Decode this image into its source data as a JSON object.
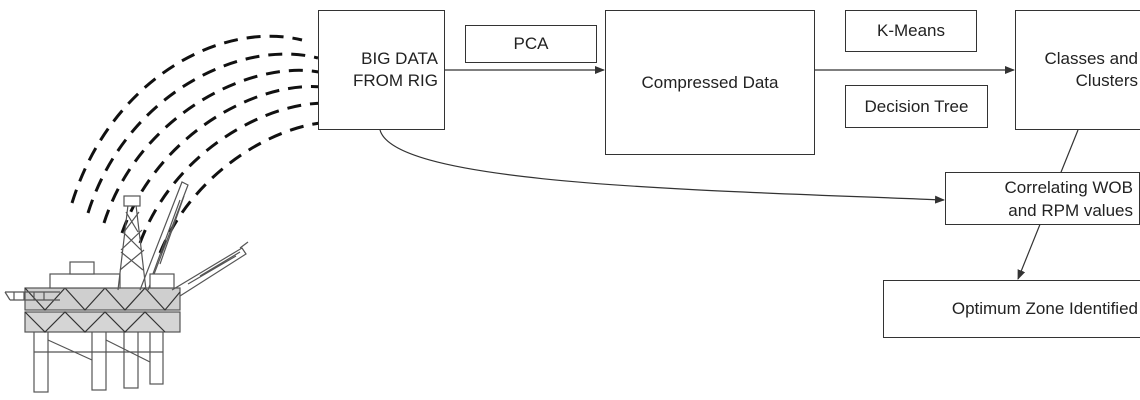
{
  "diagram": {
    "nodes": {
      "big_data": "BIG DATA\nFROM RIG",
      "pca": "PCA",
      "compressed": "Compressed Data",
      "kmeans": "K-Means",
      "decision_tree": "Decision Tree",
      "classes": "Classes and\nClusters",
      "correlating": "Correlating WOB\nand RPM values",
      "optimum": "Optimum Zone Identified"
    },
    "edges": [
      {
        "from": "big_data",
        "to": "compressed"
      },
      {
        "from": "compressed",
        "to": "classes"
      },
      {
        "from": "big_data",
        "to": "correlating"
      },
      {
        "from": "classes",
        "to": "optimum"
      }
    ],
    "colors": {
      "line": "#333333",
      "signal": "#111111",
      "rig": "#555555"
    },
    "icons": [
      "oil-rig-illustration",
      "signal-waves"
    ]
  }
}
